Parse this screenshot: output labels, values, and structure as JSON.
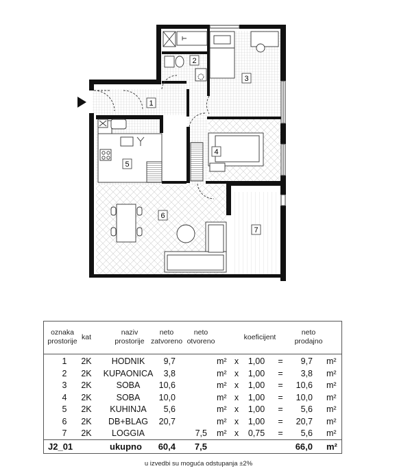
{
  "room_numbers": [
    "1",
    "2",
    "3",
    "4",
    "5",
    "6",
    "7"
  ],
  "table": {
    "headers": {
      "oznaka": "oznaka\nprostorije",
      "kat": "kat",
      "naziv": "naziv\nprostorije",
      "neto_zatvoreno": "neto\nzatvoreno",
      "neto_otvoreno": "neto\notvoreno",
      "koeficijent": "koeficijent",
      "neto_prodajno": "neto\nprodajno"
    },
    "rows": [
      {
        "oznaka": "1",
        "kat": "2K",
        "naziv": "HODNIK",
        "zatvoreno": "9,7",
        "otvoreno": "",
        "unit": "m²",
        "x": "x",
        "koef": "1,00",
        "eq": "=",
        "prodajno": "9,7",
        "unit2": "m²"
      },
      {
        "oznaka": "2",
        "kat": "2K",
        "naziv": "KUPAONICA",
        "zatvoreno": "3,8",
        "otvoreno": "",
        "unit": "m²",
        "x": "x",
        "koef": "1,00",
        "eq": "=",
        "prodajno": "3,8",
        "unit2": "m²"
      },
      {
        "oznaka": "3",
        "kat": "2K",
        "naziv": "SOBA",
        "zatvoreno": "10,6",
        "otvoreno": "",
        "unit": "m²",
        "x": "x",
        "koef": "1,00",
        "eq": "=",
        "prodajno": "10,6",
        "unit2": "m²"
      },
      {
        "oznaka": "4",
        "kat": "2K",
        "naziv": "SOBA",
        "zatvoreno": "10,0",
        "otvoreno": "",
        "unit": "m²",
        "x": "x",
        "koef": "1,00",
        "eq": "=",
        "prodajno": "10,0",
        "unit2": "m²"
      },
      {
        "oznaka": "5",
        "kat": "2K",
        "naziv": "KUHINJA",
        "zatvoreno": "5,6",
        "otvoreno": "",
        "unit": "m²",
        "x": "x",
        "koef": "1,00",
        "eq": "=",
        "prodajno": "5,6",
        "unit2": "m²"
      },
      {
        "oznaka": "6",
        "kat": "2K",
        "naziv": "DB+BLAG",
        "zatvoreno": "20,7",
        "otvoreno": "",
        "unit": "m²",
        "x": "x",
        "koef": "1,00",
        "eq": "=",
        "prodajno": "20,7",
        "unit2": "m²"
      },
      {
        "oznaka": "7",
        "kat": "2K",
        "naziv": "LOGGIA",
        "zatvoreno": "",
        "otvoreno": "7,5",
        "unit": "m²",
        "x": "x",
        "koef": "0,75",
        "eq": "=",
        "prodajno": "5,6",
        "unit2": "m²"
      }
    ],
    "total": {
      "oznaka": "J2_01",
      "label": "ukupno",
      "zatvoreno": "60,4",
      "otvoreno": "7,5",
      "prodajno": "66,0",
      "unit": "m²"
    }
  },
  "note": "u izvedbi su moguća odstupanja ±2%"
}
